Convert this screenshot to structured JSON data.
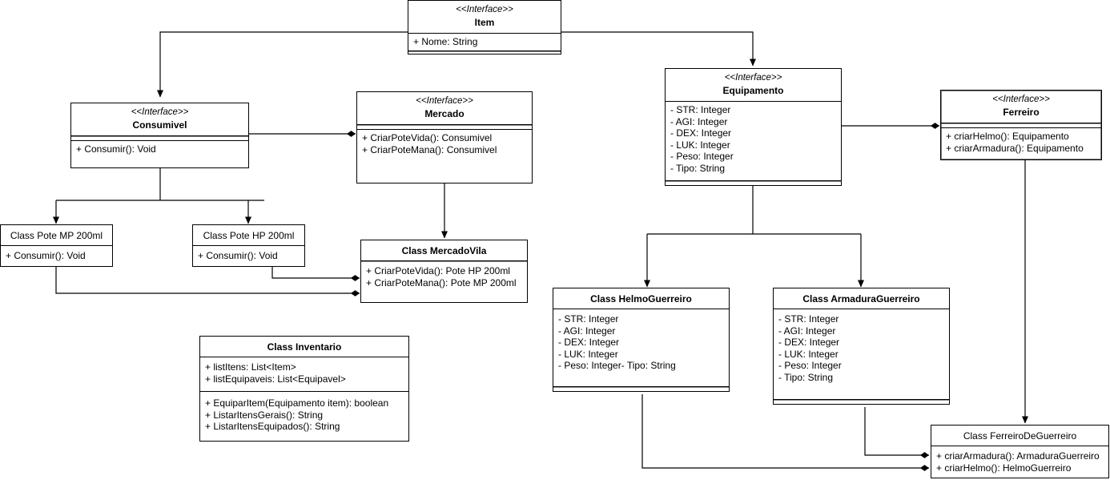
{
  "diagram": {
    "kind": "uml-class-diagram",
    "title": "",
    "colors": {
      "line": "#000000",
      "box_border": "#000000",
      "box_fill": "#ffffff",
      "thick_border": "#808080",
      "background": "#ffffff"
    }
  },
  "boxes": {
    "item": {
      "stereotype": "<<Interface>>",
      "name": "Item",
      "attributes": [
        "+ Nome: String"
      ],
      "methods": []
    },
    "consumivel": {
      "stereotype": "<<Interface>>",
      "name": "Consumivel",
      "attributes": [],
      "methods": [
        "+ Consumir(): Void"
      ]
    },
    "mercado": {
      "stereotype": "<<Interface>>",
      "name": "Mercado",
      "attributes": [],
      "methods": [
        "+ CriarPoteVida(): Consumivel",
        "+ CriarPoteMana(): Consumivel"
      ]
    },
    "equipamento": {
      "stereotype": "<<Interface>>",
      "name": "Equipamento",
      "attributes": [
        "- STR: Integer",
        "- AGI: Integer",
        "- DEX: Integer",
        "- LUK: Integer",
        "- Peso: Integer",
        "- Tipo: String"
      ],
      "methods": []
    },
    "ferreiro": {
      "stereotype": "<<Interface>>",
      "name": "Ferreiro",
      "attributes": [],
      "methods": [
        "+ criarHelmo(): Equipamento",
        "+ criarArmadura(): Equipamento"
      ]
    },
    "pote_mp": {
      "stereotype": "",
      "name": "Class Pote MP 200ml",
      "attributes": [],
      "methods": [
        "+ Consumir(): Void"
      ]
    },
    "pote_hp": {
      "stereotype": "",
      "name": "Class Pote HP 200ml",
      "attributes": [],
      "methods": [
        "+ Consumir(): Void"
      ]
    },
    "mercado_vila": {
      "stereotype": "",
      "name": "Class MercadoVila",
      "attributes": [],
      "methods": [
        "+ CriarPoteVida(): Pote HP 200ml",
        "+ CriarPoteMana(): Pote MP 200ml"
      ]
    },
    "inventario": {
      "stereotype": "",
      "name": "Class Inventario",
      "attributes": [
        "+ listItens: List<Item>",
        "+ listEquipaveis: List<Equipavel>"
      ],
      "methods": [
        "+ EquiparItem(Equipamento item): boolean",
        "+ ListarItensGerais(): String",
        "+ ListarItensEquipados(): String"
      ]
    },
    "helmo_guerreiro": {
      "stereotype": "",
      "name": "Class HelmoGuerreiro",
      "attributes": [
        "- STR: Integer",
        "- AGI: Integer",
        "- DEX: Integer",
        "- LUK: Integer",
        "- Peso: Integer- Tipo: String"
      ],
      "methods": []
    },
    "armadura_guerreiro": {
      "stereotype": "",
      "name": "Class ArmaduraGuerreiro",
      "attributes": [
        "- STR: Integer",
        "- AGI: Integer",
        "- DEX: Integer",
        "- LUK: Integer",
        "- Peso: Integer",
        "- Tipo: String"
      ],
      "methods": []
    },
    "ferreiro_de_guerreiro": {
      "stereotype": "",
      "name": "Class FerreiroDeGuerreiro",
      "attributes": [],
      "methods": [
        "+ criarArmadura(): ArmaduraGuerreiro",
        "+ criarHelmo(): HelmoGuerreiro"
      ]
    }
  },
  "relations": [
    {
      "from": "item",
      "to": "consumivel",
      "type": "generalization-arrow"
    },
    {
      "from": "item",
      "to": "equipamento",
      "type": "generalization-arrow"
    },
    {
      "from": "consumivel",
      "to": "pote_mp",
      "type": "generalization-arrow"
    },
    {
      "from": "consumivel",
      "to": "pote_hp",
      "type": "generalization-arrow"
    },
    {
      "from": "consumivel",
      "to": "mercado",
      "type": "composition-diamond"
    },
    {
      "from": "mercado",
      "to": "mercado_vila",
      "type": "generalization-arrow"
    },
    {
      "from": "pote_hp",
      "to": "mercado_vila",
      "type": "composition-diamond"
    },
    {
      "from": "pote_mp",
      "to": "mercado_vila",
      "type": "composition-diamond"
    },
    {
      "from": "equipamento",
      "to": "ferreiro",
      "type": "composition-diamond"
    },
    {
      "from": "equipamento",
      "to": "helmo_guerreiro",
      "type": "generalization-arrow"
    },
    {
      "from": "equipamento",
      "to": "armadura_guerreiro",
      "type": "generalization-arrow"
    },
    {
      "from": "ferreiro",
      "to": "ferreiro_de_guerreiro",
      "type": "generalization-arrow"
    },
    {
      "from": "armadura_guerreiro",
      "to": "ferreiro_de_guerreiro",
      "type": "composition-diamond"
    },
    {
      "from": "helmo_guerreiro",
      "to": "ferreiro_de_guerreiro",
      "type": "composition-diamond"
    }
  ]
}
